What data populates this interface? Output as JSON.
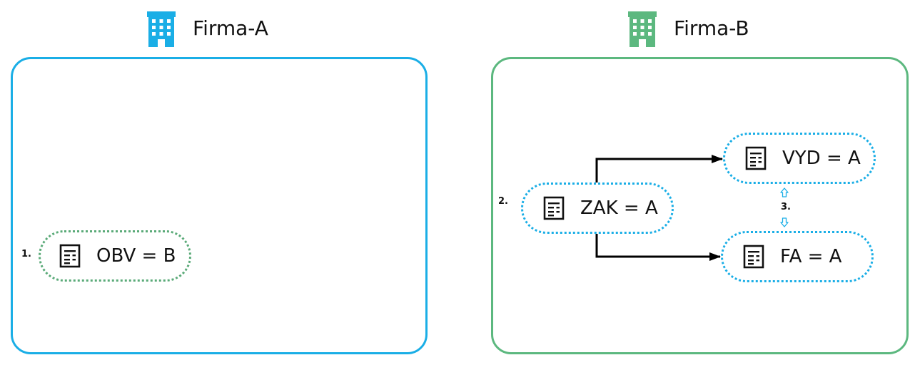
{
  "companies": [
    {
      "name": "Firma-A",
      "color": "#1aaee6",
      "icon": "building-icon"
    },
    {
      "name": "Firma-B",
      "color": "#5cb87f",
      "icon": "building-icon"
    }
  ],
  "documents": {
    "obv": {
      "label": "OBV = B",
      "icon": "document-icon",
      "border_color": "#5aaa78"
    },
    "zak": {
      "label": "ZAK = A",
      "icon": "document-icon",
      "border_color": "#1aaee6"
    },
    "vyd": {
      "label": "VYD = A",
      "icon": "document-icon",
      "border_color": "#1aaee6"
    },
    "fa": {
      "label": "FA = A",
      "icon": "document-icon",
      "border_color": "#1aaee6"
    }
  },
  "steps": [
    "1.",
    "2.",
    "3."
  ],
  "connections": [
    {
      "from": "ZAK = A",
      "to": "VYD = A",
      "style": "solid-arrow"
    },
    {
      "from": "ZAK = A",
      "to": "FA = A",
      "style": "solid-arrow"
    },
    {
      "from": "VYD = A",
      "to": "FA = A",
      "style": "hollow-double-arrow"
    }
  ]
}
